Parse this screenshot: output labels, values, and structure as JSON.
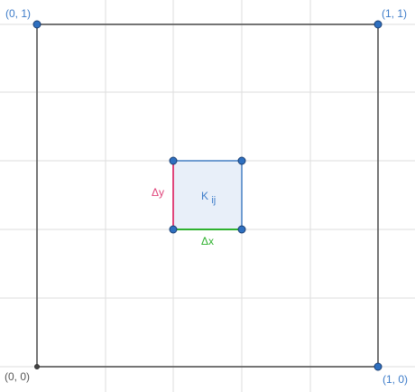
{
  "corners": {
    "top_left": "(0, 1)",
    "top_right": "(1, 1)",
    "bottom_left": "(0, 0)",
    "bottom_right": "(1, 0)"
  },
  "cell": {
    "label_main": "K",
    "label_sub": "ij",
    "dx_label": "Δx",
    "dy_label": "Δy"
  },
  "colors": {
    "grid": "#dddddd",
    "square": "#666666",
    "point": "#2e6fbf",
    "point_stroke": "#1b3f73",
    "cell_fill": "#e8eff9",
    "cell_edge": "#4f86c6",
    "cell_label": "#3d7cc9",
    "dx_color": "#2fb12f",
    "dy_color": "#e0457b",
    "corner_label_blue": "#3d7cc9",
    "corner_label_gray": "#555555"
  }
}
